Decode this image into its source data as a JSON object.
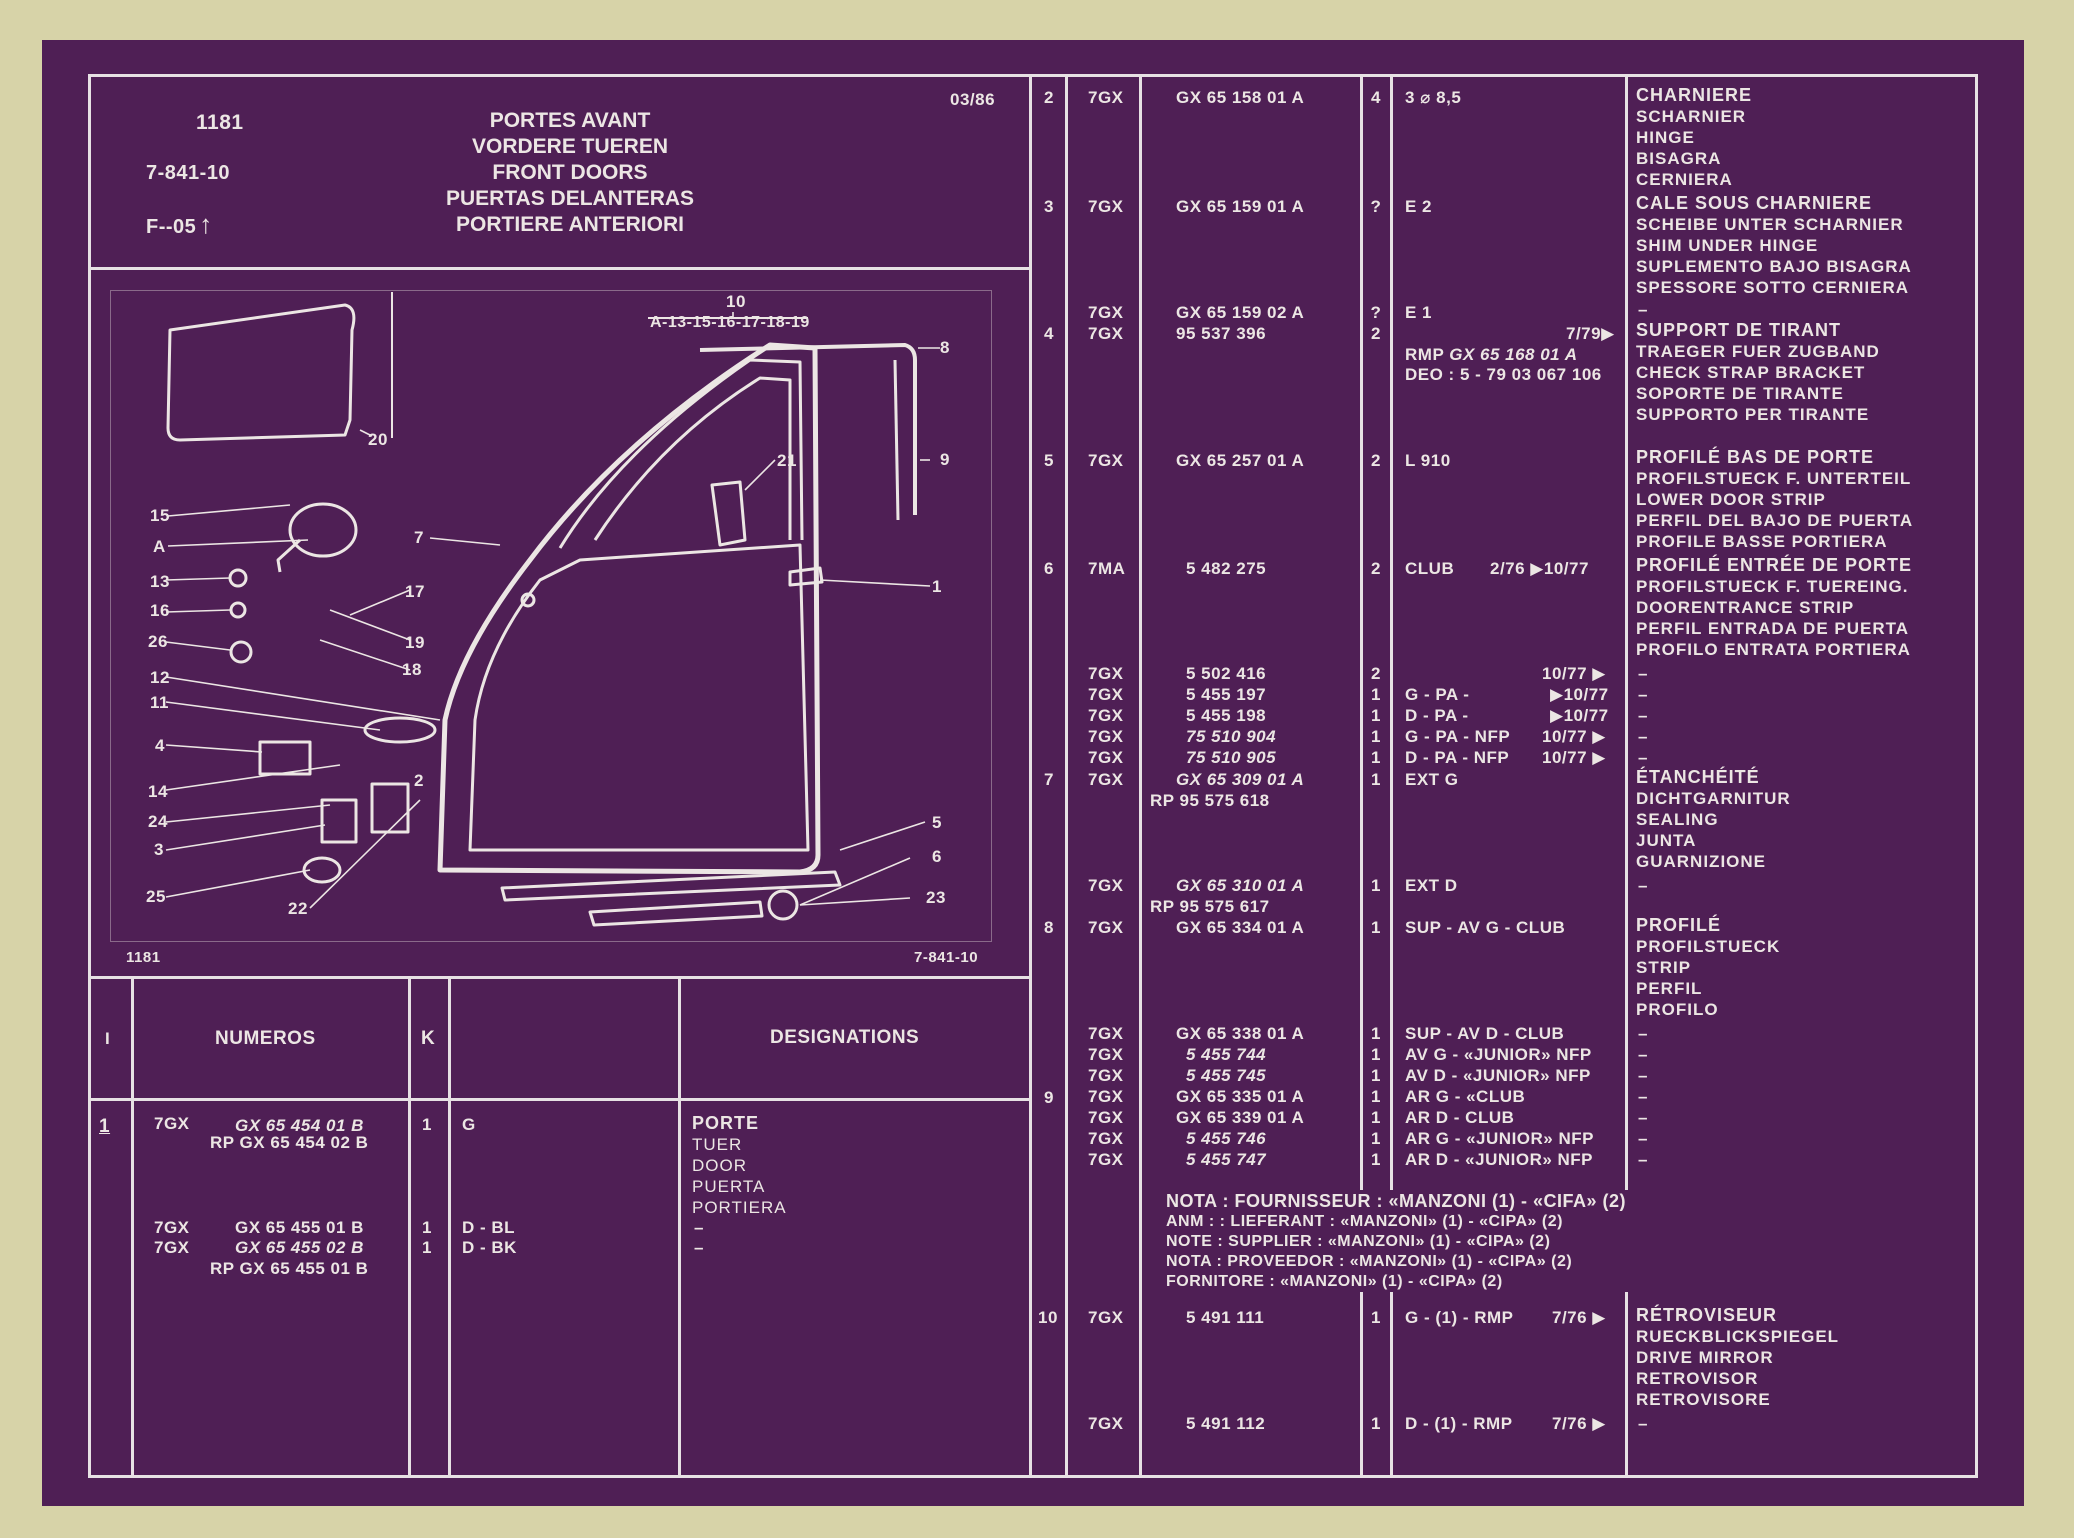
{
  "sheet": {
    "code": "1181",
    "ref": "7-841-10",
    "format": "F--05",
    "arrow": "↑",
    "date": "03/86",
    "titles": [
      "PORTES AVANT",
      "VORDERE TUEREN",
      "FRONT DOORS",
      "PUERTAS DELANTERAS",
      "PORTIERE ANTERIORI"
    ]
  },
  "drawing": {
    "code_bl": "1181",
    "ref_br": "7-841-10",
    "callouts": {
      "c10": "10",
      "c10b": "A-13-15-16-17-18-19",
      "c8": "8",
      "c9": "9",
      "c20": "20",
      "c21": "21",
      "c1": "1",
      "c7": "7",
      "c15": "15",
      "cA": "A",
      "c13": "13",
      "c16": "16",
      "c26": "26",
      "c12": "12",
      "c11": "11",
      "c4": "4",
      "c14": "14",
      "c24": "24",
      "c3": "3",
      "c25": "25",
      "c22": "22",
      "c2": "2",
      "c17": "17",
      "c19": "19",
      "c18": "18",
      "c5": "5",
      "c6": "6",
      "c23": "23"
    }
  },
  "lower": {
    "h_index": "I",
    "h_numeros": "NUMEROS",
    "h_k": "K",
    "h_designations": "DESIGNATIONS",
    "r1": {
      "idx": "1",
      "c1": "7GX",
      "n1": "GX 65 454 01 B",
      "rp": "RP GX 65 454 02 B",
      "k": "1",
      "v": "G",
      "d": [
        "PORTE",
        "TUER",
        "DOOR",
        "PUERTA",
        "PORTIERA"
      ]
    },
    "r2": {
      "c1": "7GX",
      "n1": "GX 65 455 01 B",
      "k": "1",
      "v": "D - BL",
      "d": "–"
    },
    "r3": {
      "c1": "7GX",
      "n1": "GX 65 455 02 B",
      "rp": "RP GX 65 455 01 B",
      "k": "1",
      "v": "D - BK",
      "d": "–"
    }
  },
  "parts": {
    "p2": {
      "idx": "2",
      "c": "7GX",
      "n": "GX 65 158 01 A",
      "k": "4",
      "v": "3 ⌀ 8,5",
      "d": [
        "CHARNIERE",
        "SCHARNIER",
        "HINGE",
        "BISAGRA",
        "CERNIERA"
      ]
    },
    "p3": {
      "idx": "3",
      "c": "7GX",
      "n": "GX 65 159 01 A",
      "k": "?",
      "v": "E 2",
      "d": [
        "CALE SOUS CHARNIERE",
        "SCHEIBE UNTER SCHARNIER",
        "SHIM UNDER HINGE",
        "SUPLEMENTO BAJO BISAGRA",
        "SPESSORE SOTTO CERNIERA"
      ]
    },
    "p3b": {
      "c": "7GX",
      "n": "GX 65 159 02 A",
      "k": "?",
      "v": "E 1",
      "d": "–"
    },
    "p4": {
      "idx": "4",
      "c": "7GX",
      "n": "95 537 396",
      "k": "2",
      "date": "7/79▶",
      "rmp": "RMP",
      "rmp_i": "GX 65 168 01 A",
      "deo": "DEO : 5 - 79 03 067 106",
      "d": [
        "SUPPORT DE TIRANT",
        "TRAEGER FUER ZUGBAND",
        "CHECK STRAP BRACKET",
        "SOPORTE DE TIRANTE",
        "SUPPORTO PER TIRANTE"
      ]
    },
    "p5": {
      "idx": "5",
      "c": "7GX",
      "n": "GX 65 257 01 A",
      "k": "2",
      "v": "L 910",
      "d": [
        "PROFILÉ BAS DE PORTE",
        "PROFILSTUECK F. UNTERTEIL",
        "LOWER DOOR STRIP",
        "PERFIL DEL BAJO DE PUERTA",
        "PROFILE BASSE PORTIERA"
      ]
    },
    "p6": {
      "idx": "6",
      "c": "7MA",
      "n": "5 482 275",
      "k": "2",
      "v": "CLUB",
      "date": "2/76  ▶10/77",
      "d": [
        "PROFILÉ ENTRÉE DE PORTE",
        "PROFILSTUECK F. TUEREING.",
        "DOORENTRANCE STRIP",
        "PERFIL ENTRADA DE PUERTA",
        "PROFILO ENTRATA PORTIERA"
      ]
    },
    "p6r": [
      {
        "c": "7GX",
        "n": "5 502 416",
        "k": "2",
        "v": "",
        "date": "10/77 ▶",
        "d": "–",
        "it": false
      },
      {
        "c": "7GX",
        "n": "5 455 197",
        "k": "1",
        "v": "G - PA -",
        "date": "▶10/77",
        "d": "–",
        "it": false
      },
      {
        "c": "7GX",
        "n": "5 455 198",
        "k": "1",
        "v": "D - PA -",
        "date": "▶10/77",
        "d": "–",
        "it": false
      },
      {
        "c": "7GX",
        "n": "75 510 904",
        "k": "1",
        "v": "G - PA - NFP",
        "date": "10/77 ▶",
        "d": "–",
        "it": true
      },
      {
        "c": "7GX",
        "n": "75 510 905",
        "k": "1",
        "v": "D - PA - NFP",
        "date": "10/77 ▶",
        "d": "–",
        "it": true
      }
    ],
    "p7": {
      "idx": "7",
      "c": "7GX",
      "n": "GX 65 309 01 A",
      "rp": "RP 95 575 618",
      "k": "1",
      "v": "EXT G",
      "d": [
        "ÉTANCHÉITÉ",
        "DICHTGARNITUR",
        "SEALING",
        "JUNTA",
        "GUARNIZIONE"
      ]
    },
    "p7b": {
      "c": "7GX",
      "n": "GX 65 310 01 A",
      "rp": "RP 95 575 617",
      "k": "1",
      "v": "EXT D",
      "d": "–"
    },
    "p8": {
      "idx": "8",
      "c": "7GX",
      "n": "GX 65 334 01 A",
      "k": "1",
      "v": "SUP - AV G - CLUB",
      "d": [
        "PROFILÉ",
        "PROFILSTUECK",
        "STRIP",
        "PERFIL",
        "PROFILO"
      ]
    },
    "p9idx": "9",
    "p9r": [
      {
        "c": "7GX",
        "n": "GX 65 338 01 A",
        "k": "1",
        "v": "SUP - AV D - CLUB",
        "d": "–",
        "it": false
      },
      {
        "c": "7GX",
        "n": "5 455 744",
        "k": "1",
        "v": "AV G - «JUNIOR» NFP",
        "d": "–",
        "it": true
      },
      {
        "c": "7GX",
        "n": "5 455 745",
        "k": "1",
        "v": "AV D - «JUNIOR» NFP",
        "d": "–",
        "it": true
      },
      {
        "c": "7GX",
        "n": "GX 65 335 01 A",
        "k": "1",
        "v": "AR G - «CLUB",
        "d": "–",
        "it": false
      },
      {
        "c": "7GX",
        "n": "GX 65 339 01 A",
        "k": "1",
        "v": "AR D - CLUB",
        "d": "–",
        "it": false
      },
      {
        "c": "7GX",
        "n": "5 455 746",
        "k": "1",
        "v": "AR G - «JUNIOR» NFP",
        "d": "–",
        "it": true
      },
      {
        "c": "7GX",
        "n": "5 455 747",
        "k": "1",
        "v": "AR D - «JUNIOR» NFP",
        "d": "–",
        "it": true
      }
    ],
    "nota": [
      "NOTA : FOURNISSEUR : «MANZONI (1) - «CIFA» (2)",
      "ANM : : LIEFERANT : «MANZONI» (1) - «CIPA» (2)",
      "NOTE : SUPPLIER : «MANZONI» (1) - «CIPA» (2)",
      "NOTA : PROVEEDOR : «MANZONI» (1) - «CIPA» (2)",
      "FORNITORE : «MANZONI» (1) - «CIPA» (2)"
    ],
    "p10": {
      "idx": "10",
      "c": "7GX",
      "n": "5 491 111",
      "k": "1",
      "v": "G - (1) - RMP",
      "date": "7/76 ▶",
      "d": [
        "RÉTROVISEUR",
        "RUECKBLICKSPIEGEL",
        "DRIVE MIRROR",
        "RETROVISOR",
        "RETROVISORE"
      ]
    },
    "p10b": {
      "c": "7GX",
      "n": "5 491 112",
      "k": "1",
      "v": "D - (1) - RMP",
      "date": "7/76 ▶",
      "d": "–"
    }
  }
}
